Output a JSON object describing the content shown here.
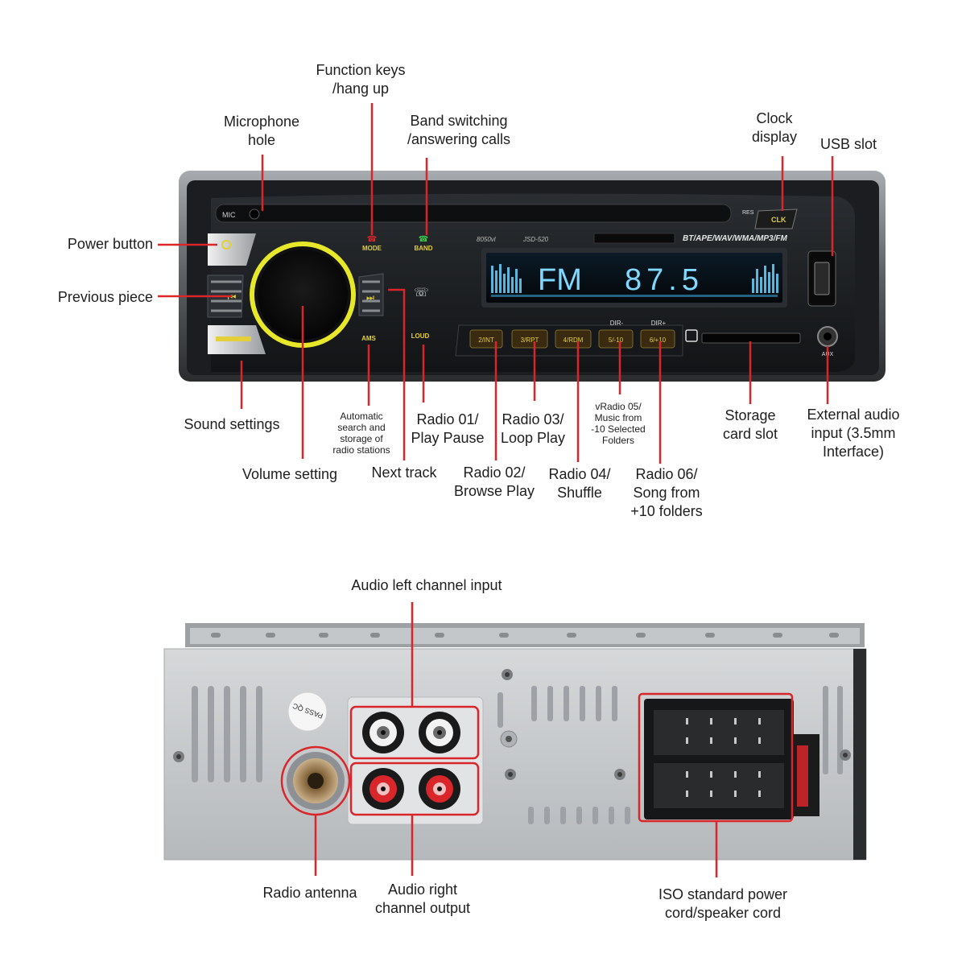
{
  "front_labels": {
    "function_keys": "Function keys\n/hang up",
    "microphone": "Microphone\nhole",
    "band_switching": "Band switching\n/answering calls",
    "clock_display": "Clock\ndisplay",
    "usb_slot": "USB slot",
    "power_button": "Power button",
    "previous_piece": "Previous piece",
    "sound_settings": "Sound settings",
    "volume_setting": "Volume setting",
    "auto_search": "Automatic\nsearch and\nstorage of\nradio stations",
    "next_track": "Next track",
    "radio01": "Radio 01/\nPlay Pause",
    "radio02": "Radio 02/\nBrowse Play",
    "radio03": "Radio 03/\nLoop Play",
    "radio04": "Radio 04/\nShuffle",
    "radio05": "vRadio 05/\nMusic from\n-10 Selected\nFolders",
    "radio06": "Radio 06/\nSong from\n+10 folders",
    "storage_card": "Storage\ncard slot",
    "external_audio": "External audio\ninput (3.5mm\nInterface)"
  },
  "back_labels": {
    "audio_left": "Audio left channel input",
    "radio_antenna": "Radio antenna",
    "audio_right": "Audio right\nchannel output",
    "iso_power": "ISO standard power\ncord/speaker cord"
  },
  "device": {
    "mic_text": "MIC",
    "mode_text": "MODE",
    "band_text": "BAND",
    "ams_text": "AMS",
    "lud_text": "LOUD",
    "res_text": "RES",
    "clk_text": "CLK",
    "formats_text": "BT/APE/WAV/WMA/MP3/FM",
    "model_a": "8050vl",
    "model_b": "JSD-520",
    "display_band": "FM",
    "display_freq": "87.5",
    "dir_minus": "DIR-",
    "dir_plus": "DIR+",
    "aux_text": "AUX",
    "qc_text": "PASS QC",
    "preset1": "2/INT",
    "preset2": "3/RPT",
    "preset3": "4/RDM",
    "preset4": "5/-10",
    "preset5": "6/+10"
  },
  "colors": {
    "callout": "#d8262b",
    "knob_ring": "#e8e82a",
    "display": "#7fd8ff",
    "key_text": "#e2cf3a"
  }
}
